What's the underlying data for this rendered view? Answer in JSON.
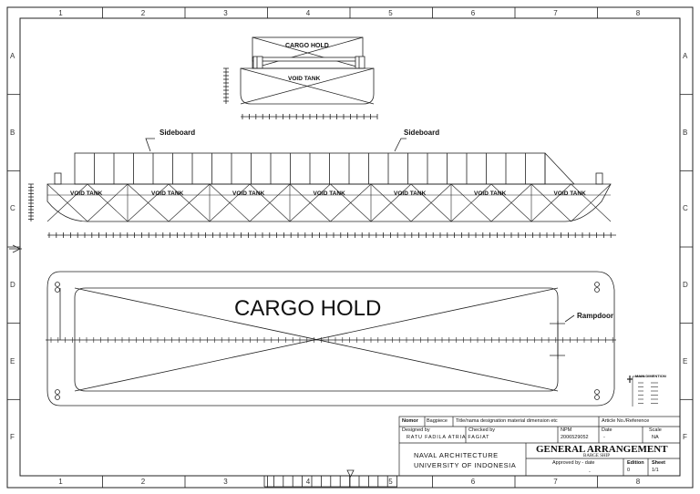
{
  "grid": {
    "columns": [
      "1",
      "2",
      "3",
      "4",
      "5",
      "6",
      "7",
      "8"
    ],
    "rows": [
      "A",
      "B",
      "C",
      "D",
      "E",
      "F"
    ]
  },
  "plan_view": {
    "cargo_hold_label": "CARGO HOLD",
    "void_tank_label": "VOID TANK"
  },
  "profile": {
    "sideboard_labels": [
      "Sideboard",
      "Sideboard"
    ],
    "void_tank_labels": [
      "VOID TANK",
      "VOID TANK",
      "VOID TANK",
      "VOID TANK",
      "VOID TANK",
      "VOID TANK",
      "VOID TANK"
    ]
  },
  "deck_plan": {
    "cargo_hold_label": "CARGO HOLD",
    "rampdoor_label": "Rampdoor"
  },
  "legend": {
    "title": "MAIN DIMENTION"
  },
  "title_block": {
    "header": [
      "Nomor",
      "Bagpiece",
      "Title/nama designation material dimension etc",
      "Article No./Reference"
    ],
    "designed_by_label": "Designed by",
    "designer_name": "RATU FADILA ATRIA FAGIAT",
    "checked_by_label": "Checked by",
    "npm_label": "NPM",
    "npm_value": "2006529052",
    "date_label": "Date",
    "date_value": "-",
    "scale_label": "Scale",
    "scale_value": "NA",
    "department": "NAVAL ARCHITECTURE",
    "university": "UNIVERSITY OF INDONESIA",
    "drawing_title": "GENERAL ARRANGEMENT",
    "drawing_subtitle": "BARGE SHIP",
    "approved_label": "Approved by - date",
    "approved_value": "-",
    "edition_label": "Edition",
    "edition_value": "0",
    "sheet_label": "Sheet",
    "sheet_value": "1/1"
  }
}
